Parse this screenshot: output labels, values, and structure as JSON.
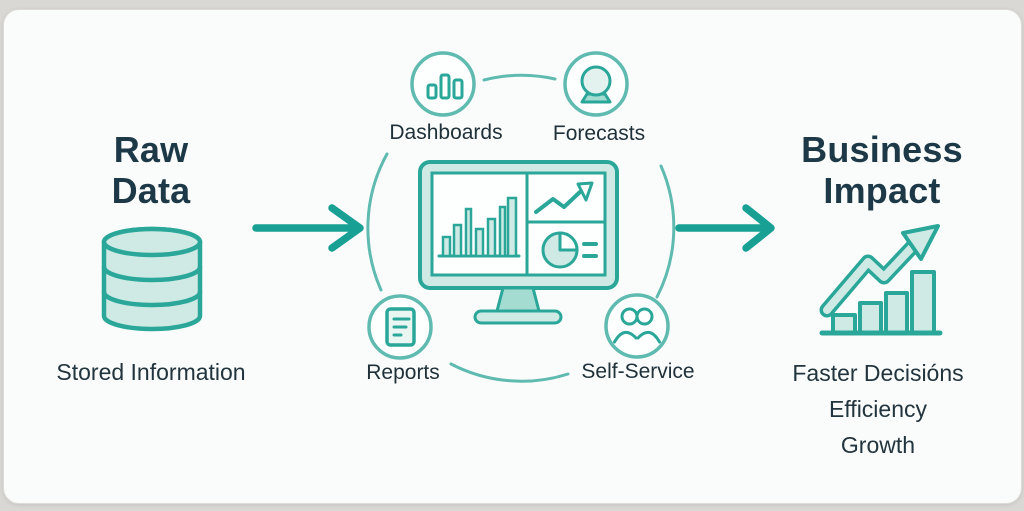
{
  "page": {
    "type": "infographic",
    "background": "#dad8d5",
    "card_background": "#fafcfb"
  },
  "colors": {
    "accent": "#17a093",
    "outline": "#2ba79a",
    "ring": "#5fbab0",
    "fill_light": "#cfeae4",
    "fill_mid": "#a5dcd2",
    "heading": "#1d3947",
    "text": "#22343d"
  },
  "left": {
    "title_line1": "Raw",
    "title_line2": "Data",
    "icon": "database-icon",
    "caption": "Stored Information"
  },
  "flow": {
    "input_arrow_icon": "arrow-right-icon",
    "output_arrow_icon": "arrow-right-icon",
    "ring_icon": "connector-ring"
  },
  "center": {
    "monitor_icon": "analytics-monitor-icon",
    "screen_panels": [
      "bar-chart",
      "line-chart-arrow",
      "pie-chart"
    ],
    "capabilities": [
      {
        "label": "Dashboards",
        "icon": "bar-chart-icon",
        "position": "top-left"
      },
      {
        "label": "Forecasts",
        "icon": "crystal-ball-icon",
        "position": "top-right"
      },
      {
        "label": "Reports",
        "icon": "report-document-icon",
        "position": "bottom-left"
      },
      {
        "label": "Self-Service",
        "icon": "people-icon",
        "position": "bottom-right"
      }
    ]
  },
  "right": {
    "title_line1": "Business",
    "title_line2": "Impact",
    "icon": "growth-chart-icon",
    "outcomes": [
      "Faster Decisións",
      "Efficiency",
      "Growth"
    ]
  }
}
